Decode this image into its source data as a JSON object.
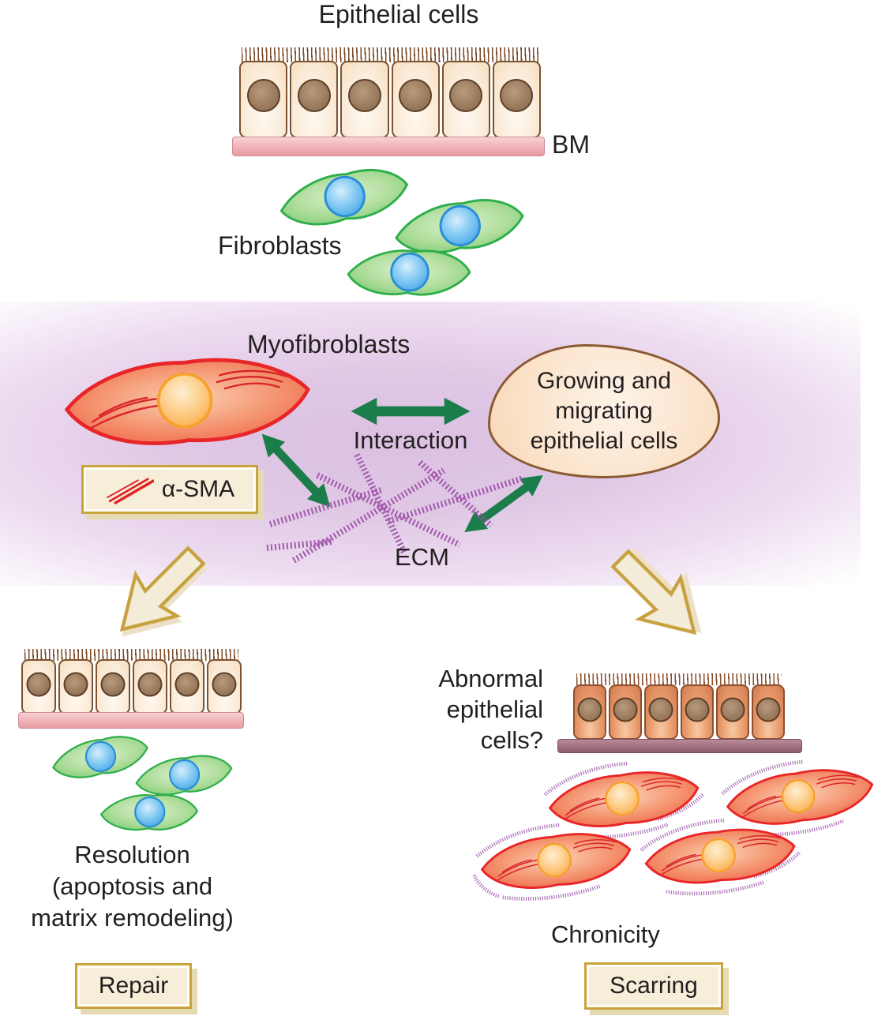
{
  "figure": {
    "top": {
      "title": "Epithelial cells",
      "bm_label": "BM",
      "fibroblasts_label": "Fibroblasts"
    },
    "middle": {
      "myofibroblasts_label": "Myofibroblasts",
      "alpha_sma_label": "α-SMA",
      "interaction_label": "Interaction",
      "ecm_label": "ECM",
      "growing_box_label": "Growing and\nmigrating\nepithelial cells"
    },
    "bottom_left": {
      "resolution_label": "Resolution\n(apoptosis and\nmatrix remodeling)",
      "repair_label": "Repair"
    },
    "bottom_right": {
      "abnormal_label": "Abnormal\nepithelial\ncells?",
      "chronicity_label": "Chronicity",
      "scarring_label": "Scarring"
    },
    "colors": {
      "background_ellipse": "#dcc0e2",
      "arrow_green": "#1b7d49",
      "myofibroblast_outline_red": "#e82629",
      "fibroblast_green": "#2fae4b",
      "nucleus_blue": "#58b0e8",
      "nucleus_orange": "#fbae4e",
      "epithelial_cream": "#fbeddc",
      "abnormal_salmon": "#eca173",
      "bm_pink": "#f1b6bb",
      "bm_dark_mauve": "#a2707f",
      "box_fill": "#f6eed9",
      "box_border_gold": "#c9a33c",
      "ecm_purple": "#9b4da6",
      "text": "#231f20"
    }
  }
}
